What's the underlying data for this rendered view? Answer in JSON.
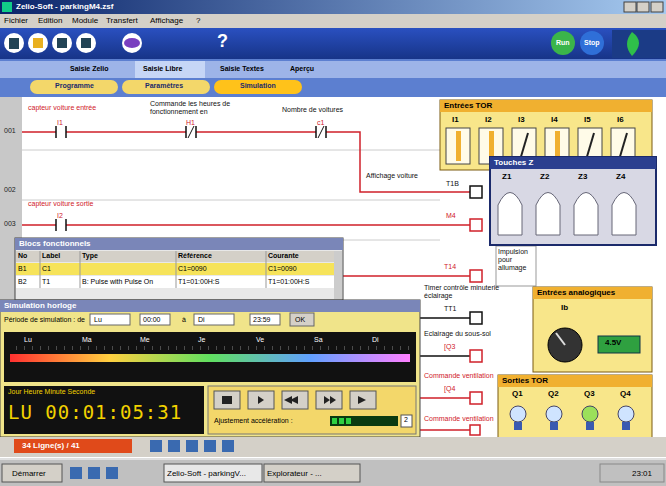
{
  "diagram": {
    "nodes": [
      {
        "text": [
          "Entrées TOR",
          "I1",
          "I2",
          "I3",
          "I4",
          "I5",
          "I6"
        ]
      },
      {
        "text": [
          "Touches Z",
          "Z1",
          "Z2",
          "Z3",
          "Z4"
        ]
      },
      {
        "text": [
          "Entrées analogiques",
          "Ib",
          "4.5V"
        ]
      },
      {
        "text": [
          "Sorties TOR",
          "Q1",
          "Q2",
          "Q3",
          "Q4"
        ]
      },
      {
        "text": [
          "Blocs fonctionnels"
        ]
      },
      {
        "text": [
          "Simulation horloge"
        ]
      }
    ],
    "labels": [
      "Zelio-Soft - parkingM4.zsf",
      "Fichier",
      "Edition",
      "Module",
      "Transfert",
      "Affichage",
      "?",
      "?",
      "Run",
      "Stop",
      "Saisie Zelio",
      "Saisie Libre",
      "Saisie Textes",
      "Aperçu",
      "Programme",
      "Paramètres",
      "Simulation",
      "001",
      "002",
      "003",
      "capteur voiture entrée",
      "I1",
      "Commande les heures de fonctionnement en",
      "H1",
      "Nombre de voitures",
      "c1",
      "Affichage voiture",
      "T1B",
      "capteur voiture sortie",
      "I2",
      "M4",
      "Impulsion pour allumage",
      "T14",
      "Timer contrôle minuterie éclairage",
      "TT1",
      "Eclairage du sous-sol",
      "[Q3",
      "Commande ventilation",
      "[Q4",
      "Commande ventilation",
      "No",
      "Label",
      "Type",
      "Référence",
      "Courante",
      "B1",
      "C1",
      "C1=0090",
      "C1=0090",
      "B2",
      "T1",
      "B: Pulse with Pulse On",
      "T1=01:00H:S",
      "T1=01:00H:S",
      "Période de simulation : de",
      "Lu",
      "00:00",
      "à",
      "Di",
      "23:59",
      "OK",
      "Lu",
      "Ma",
      "Me",
      "Je",
      "Ve",
      "Sa",
      "Di",
      "Jour Heure Minute Seconde",
      "LU 00:01:05:31",
      "Ajustement accélération :",
      "2",
      "34 Ligne(s) / 41",
      "Démarrer",
      "Zelio-Soft - parkingV...",
      "Explorateur - ...",
      "23:01"
    ]
  }
}
